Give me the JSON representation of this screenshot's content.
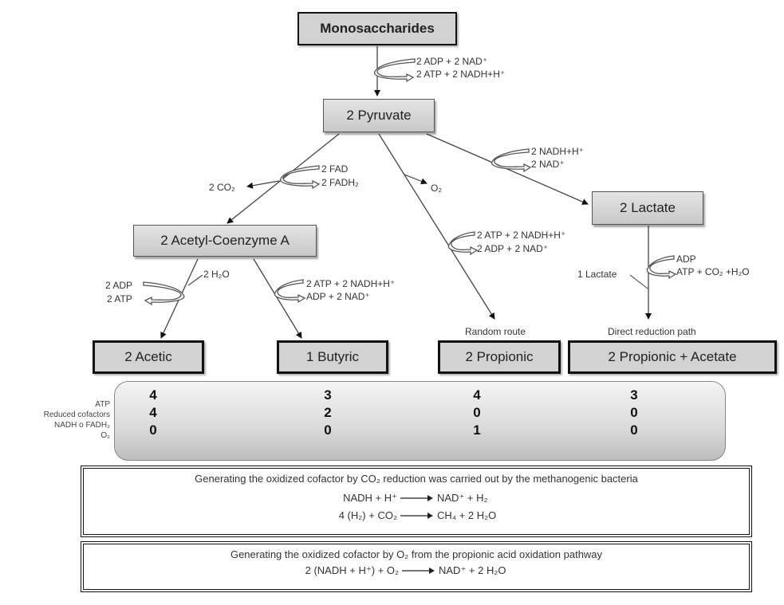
{
  "nodes": {
    "monosaccharides": "Monosaccharides",
    "pyruvate": "2 Pyruvate",
    "acetyl_coa": "2 Acetyl-Coenzyme A",
    "lactate": "2 Lactate",
    "acetic": "2 Acetic",
    "butyric": "1 Butyric",
    "propionic": "2 Propionic",
    "propionic_acetate": "2 Propionic + Acetate"
  },
  "reactions": {
    "glycolysis_in": "2 ADP + 2 NAD⁺",
    "glycolysis_out": "2 ATP + 2 NADH+H⁺",
    "pdh_in": "2 FAD",
    "pdh_out": "2 FADH₂",
    "pdh_co2": "2 CO₂",
    "o2_branch": "O₂",
    "lactate_in": "2 NADH+H⁺",
    "lactate_out": "2 NAD⁺",
    "acetic_water": "2 H₂O",
    "acetic_in": "2 ADP",
    "acetic_out": "2 ATP",
    "butyric_in": "2 ATP + 2 NADH+H⁺",
    "butyric_out": "ADP + 2 NAD⁺",
    "propionic_in": "2 ATP + 2 NADH+H⁺",
    "propionic_out": "2 ADP + 2 NAD⁺",
    "lactate_route_in": "ADP",
    "lactate_route_out": "ATP + CO₂ +H₂O",
    "one_lactate": "1 Lactate"
  },
  "route_labels": {
    "random": "Random route",
    "direct": "Direct reduction path"
  },
  "summary": {
    "row_labels": [
      "ATP",
      "Reduced cofactors",
      "NADH o FADH₂",
      "O₂"
    ],
    "columns": [
      {
        "product": "2 Acetic",
        "atp": "4",
        "reduced_cofactors": "4",
        "o2": "0"
      },
      {
        "product": "1 Butyric",
        "atp": "3",
        "reduced_cofactors": "2",
        "o2": "0"
      },
      {
        "product": "2 Propionic",
        "atp": "4",
        "reduced_cofactors": "0",
        "o2": "1"
      },
      {
        "product": "2 Propionic + Acetate",
        "atp": "3",
        "reduced_cofactors": "0",
        "o2": "0"
      }
    ]
  },
  "panels": {
    "methanogenic": {
      "title": "Generating the oxidized cofactor by CO₂ reduction was carried out by the methanogenic bacteria",
      "eq1_left": "NADH + H⁺",
      "eq1_right": "NAD⁺ + H₂",
      "eq2_left": "4 (H₂) + CO₂",
      "eq2_right": "CH₄ + 2 H₂O"
    },
    "oxygen": {
      "title": "Generating the oxidized cofactor by O₂ from the propionic acid oxidation pathway",
      "eq1_left": "2 (NADH + H⁺) + O₂",
      "eq1_right": "NAD⁺ + 2 H₂O"
    }
  }
}
